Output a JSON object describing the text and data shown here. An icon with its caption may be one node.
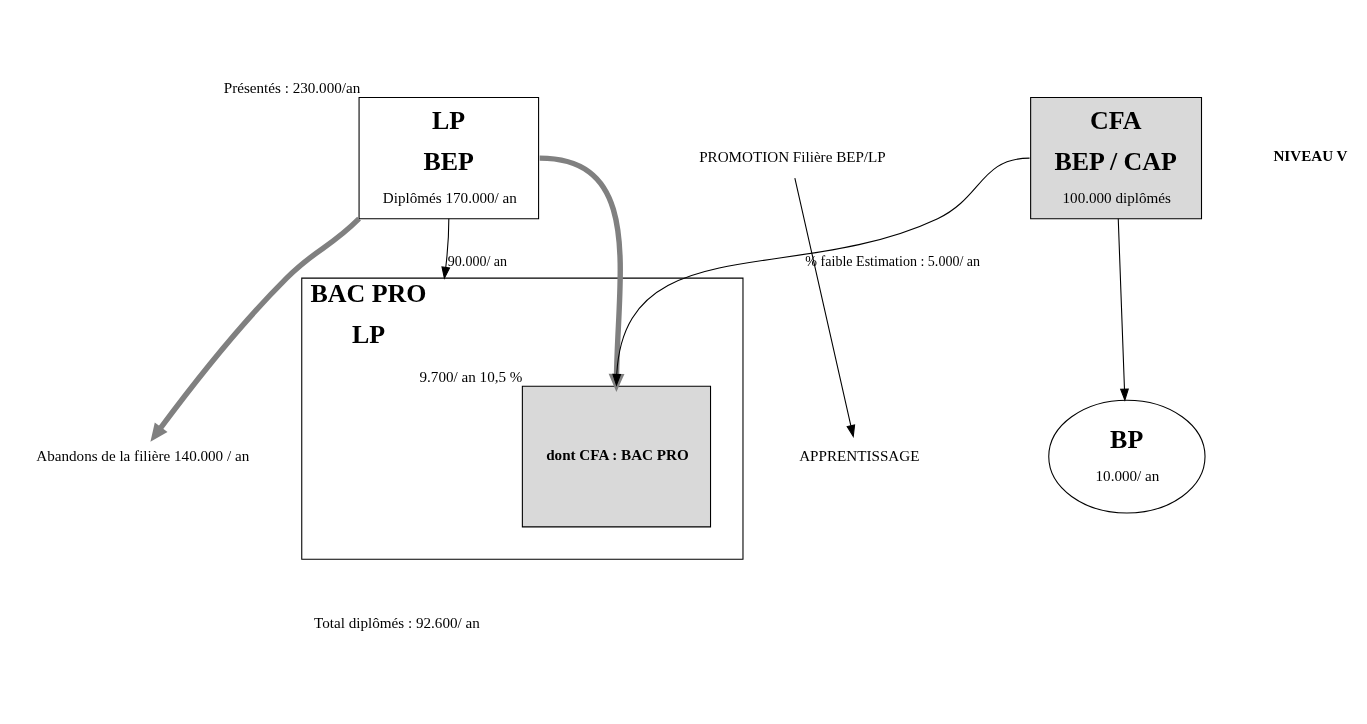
{
  "diagram": {
    "nodes": [
      {
        "text": [
          "LP",
          "BEP",
          "Diplômés 170.000/ an"
        ],
        "beside": [
          "Présentés : 230.000/an"
        ]
      },
      {
        "text": [
          "CFA",
          "BEP / CAP",
          "100.000 diplômés"
        ]
      },
      {
        "text": [
          "Abandons de la filière 140.000 / an"
        ]
      },
      {
        "text": [
          "BAC PRO",
          "LP"
        ],
        "beside": [
          "Total diplômés : 92.600/ an"
        ]
      },
      {
        "text": [
          "dont CFA : BAC PRO"
        ],
        "in": 3,
        "beside": [
          "9.700/ an 10,5 %"
        ]
      },
      {
        "text": [
          "BP",
          "10.000/ an"
        ]
      },
      {
        "text": [
          "PROMOTION Filière BEP/LP"
        ]
      },
      {
        "text": [
          "APPRENTISSAGE"
        ]
      }
    ],
    "edges": [
      {
        "from": 0,
        "to": 2,
        "arrow": "to",
        "style": "thick",
        "color": "#808080"
      },
      {
        "from": 0,
        "to": 3,
        "arrow": "to",
        "label": "90.000/ an"
      },
      {
        "from": 0,
        "to": 4,
        "arrow": "to",
        "style": "thick",
        "color": "#808080"
      },
      {
        "from": 1,
        "to": 4,
        "arrow": "to",
        "label": "% faible Estimation : 5.000/ an"
      },
      {
        "from": 1,
        "to": 5,
        "arrow": "to"
      },
      {
        "from": 6,
        "to": 7,
        "arrow": "to"
      }
    ],
    "labels": [
      "NIVEAU V"
    ]
  }
}
